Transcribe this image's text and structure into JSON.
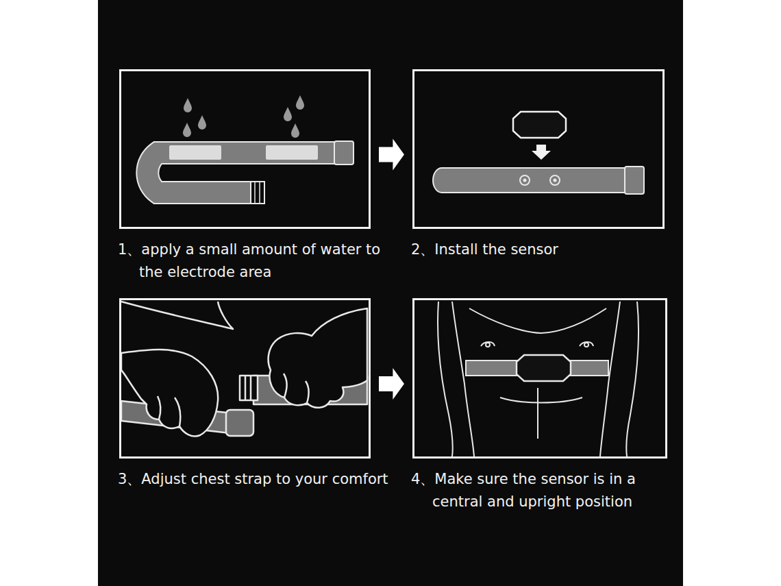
{
  "diagram": {
    "nodes": [
      {
        "text": [
          "1、apply a small amount of water to the electrode area"
        ]
      },
      {
        "text": [
          "2、Install the sensor"
        ]
      },
      {
        "text": [
          "3、Adjust chest strap to your comfort"
        ]
      },
      {
        "text": [
          "4、Make sure the sensor is in a central and upright position"
        ]
      }
    ],
    "edges": [
      {
        "from": 0,
        "to": 1,
        "arrow": "to"
      },
      {
        "from": 2,
        "to": 3,
        "arrow": "to"
      }
    ]
  }
}
